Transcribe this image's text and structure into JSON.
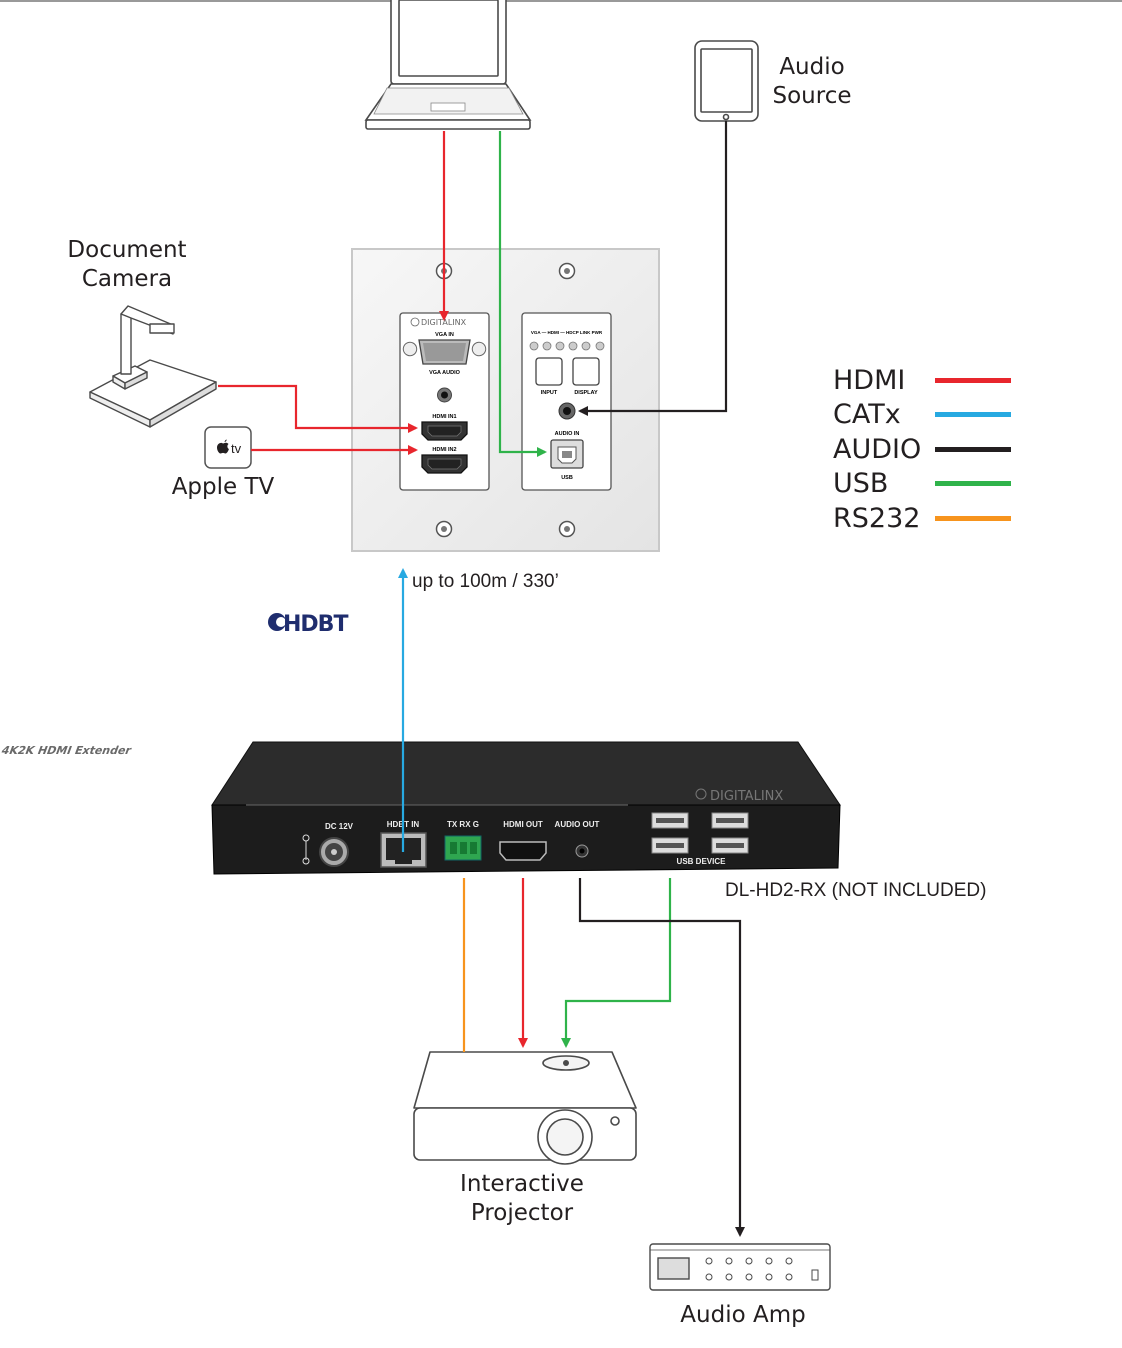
{
  "labels": {
    "audio_source": [
      "Audio",
      "Source"
    ],
    "document_camera": [
      "Document",
      "Camera"
    ],
    "apple_tv": "Apple TV",
    "distance": "up to 100m / 330’",
    "receiver_model": "DL-HD2-RX (NOT INCLUDED)",
    "projector": [
      "Interactive",
      "Projector"
    ],
    "audio_amp": "Audio Amp"
  },
  "logos": {
    "hdbt": "HDBT",
    "digitalinx": "DIGITALINX",
    "apple_tv_badge": "tv"
  },
  "wallplate": {
    "left_module": {
      "vga_in": "VGA IN",
      "vga_audio": "VGA AUDIO",
      "hdmi_in1": "HDMI IN1",
      "hdmi_in2": "HDMI IN2"
    },
    "right_module": {
      "indicators": "VGA — HDMI — HDCP LINK PWR",
      "input": "INPUT",
      "display": "DISPLAY",
      "audio_in": "AUDIO IN",
      "usb": "USB"
    }
  },
  "receiver": {
    "top_print": "4K2K HDMI Extender",
    "dc": "DC 12V",
    "hdbt_in": "HDBT IN",
    "rs232": "TX RX G",
    "hdmi_out": "HDMI OUT",
    "audio_out": "AUDIO OUT",
    "usb_device": "USB DEVICE"
  },
  "legend": [
    {
      "label": "HDMI",
      "color": "#e8262d"
    },
    {
      "label": "CATx",
      "color": "#27a9e1"
    },
    {
      "label": "AUDIO",
      "color": "#231f20"
    },
    {
      "label": "USB",
      "color": "#2fb34a"
    },
    {
      "label": "RS232",
      "color": "#f7941d"
    }
  ],
  "colors": {
    "hdmi": "#e8262d",
    "catx": "#27a9e1",
    "audio": "#231f20",
    "usb": "#2fb34a",
    "rs232": "#f7941d",
    "device_dark": "#1c1c1c",
    "outline": "#4a4a4a"
  }
}
